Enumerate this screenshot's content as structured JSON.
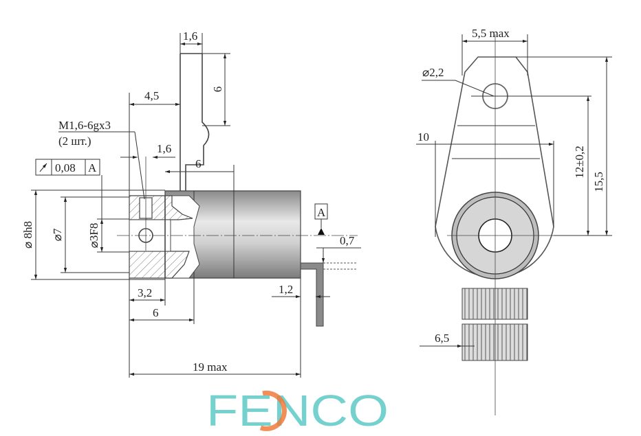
{
  "watermark": {
    "logo_text": "FENCO",
    "color": "#5cc9c6",
    "accent": "#f07a3a"
  },
  "side_view": {
    "dims": {
      "bracket_thickness": "1,6",
      "bracket_height": "6",
      "bracket_offset": "4,5",
      "screw_offset": "1,6",
      "body_step": "6",
      "thread_note": "M1,6-6gx3",
      "thread_qty": "(2 шт.)",
      "tolerance_value": "0,08",
      "tolerance_datum": "A",
      "outer_diameter": "⌀ 8h8",
      "diameter_7": "⌀7",
      "bore_diameter": "⌀3F8",
      "hub_length": "3,2",
      "hub_length_total": "6",
      "overall_length": "19 max",
      "terminal_offset": "1,2",
      "terminal_thickness": "0,7",
      "datum_label": "A"
    }
  },
  "front_view": {
    "dims": {
      "top_width": "5,5 max",
      "hole_diameter": "⌀2,2",
      "width": "10",
      "hole_distance": "12±0,2",
      "overall_height": "15,5",
      "comb_width": "6,5"
    }
  }
}
